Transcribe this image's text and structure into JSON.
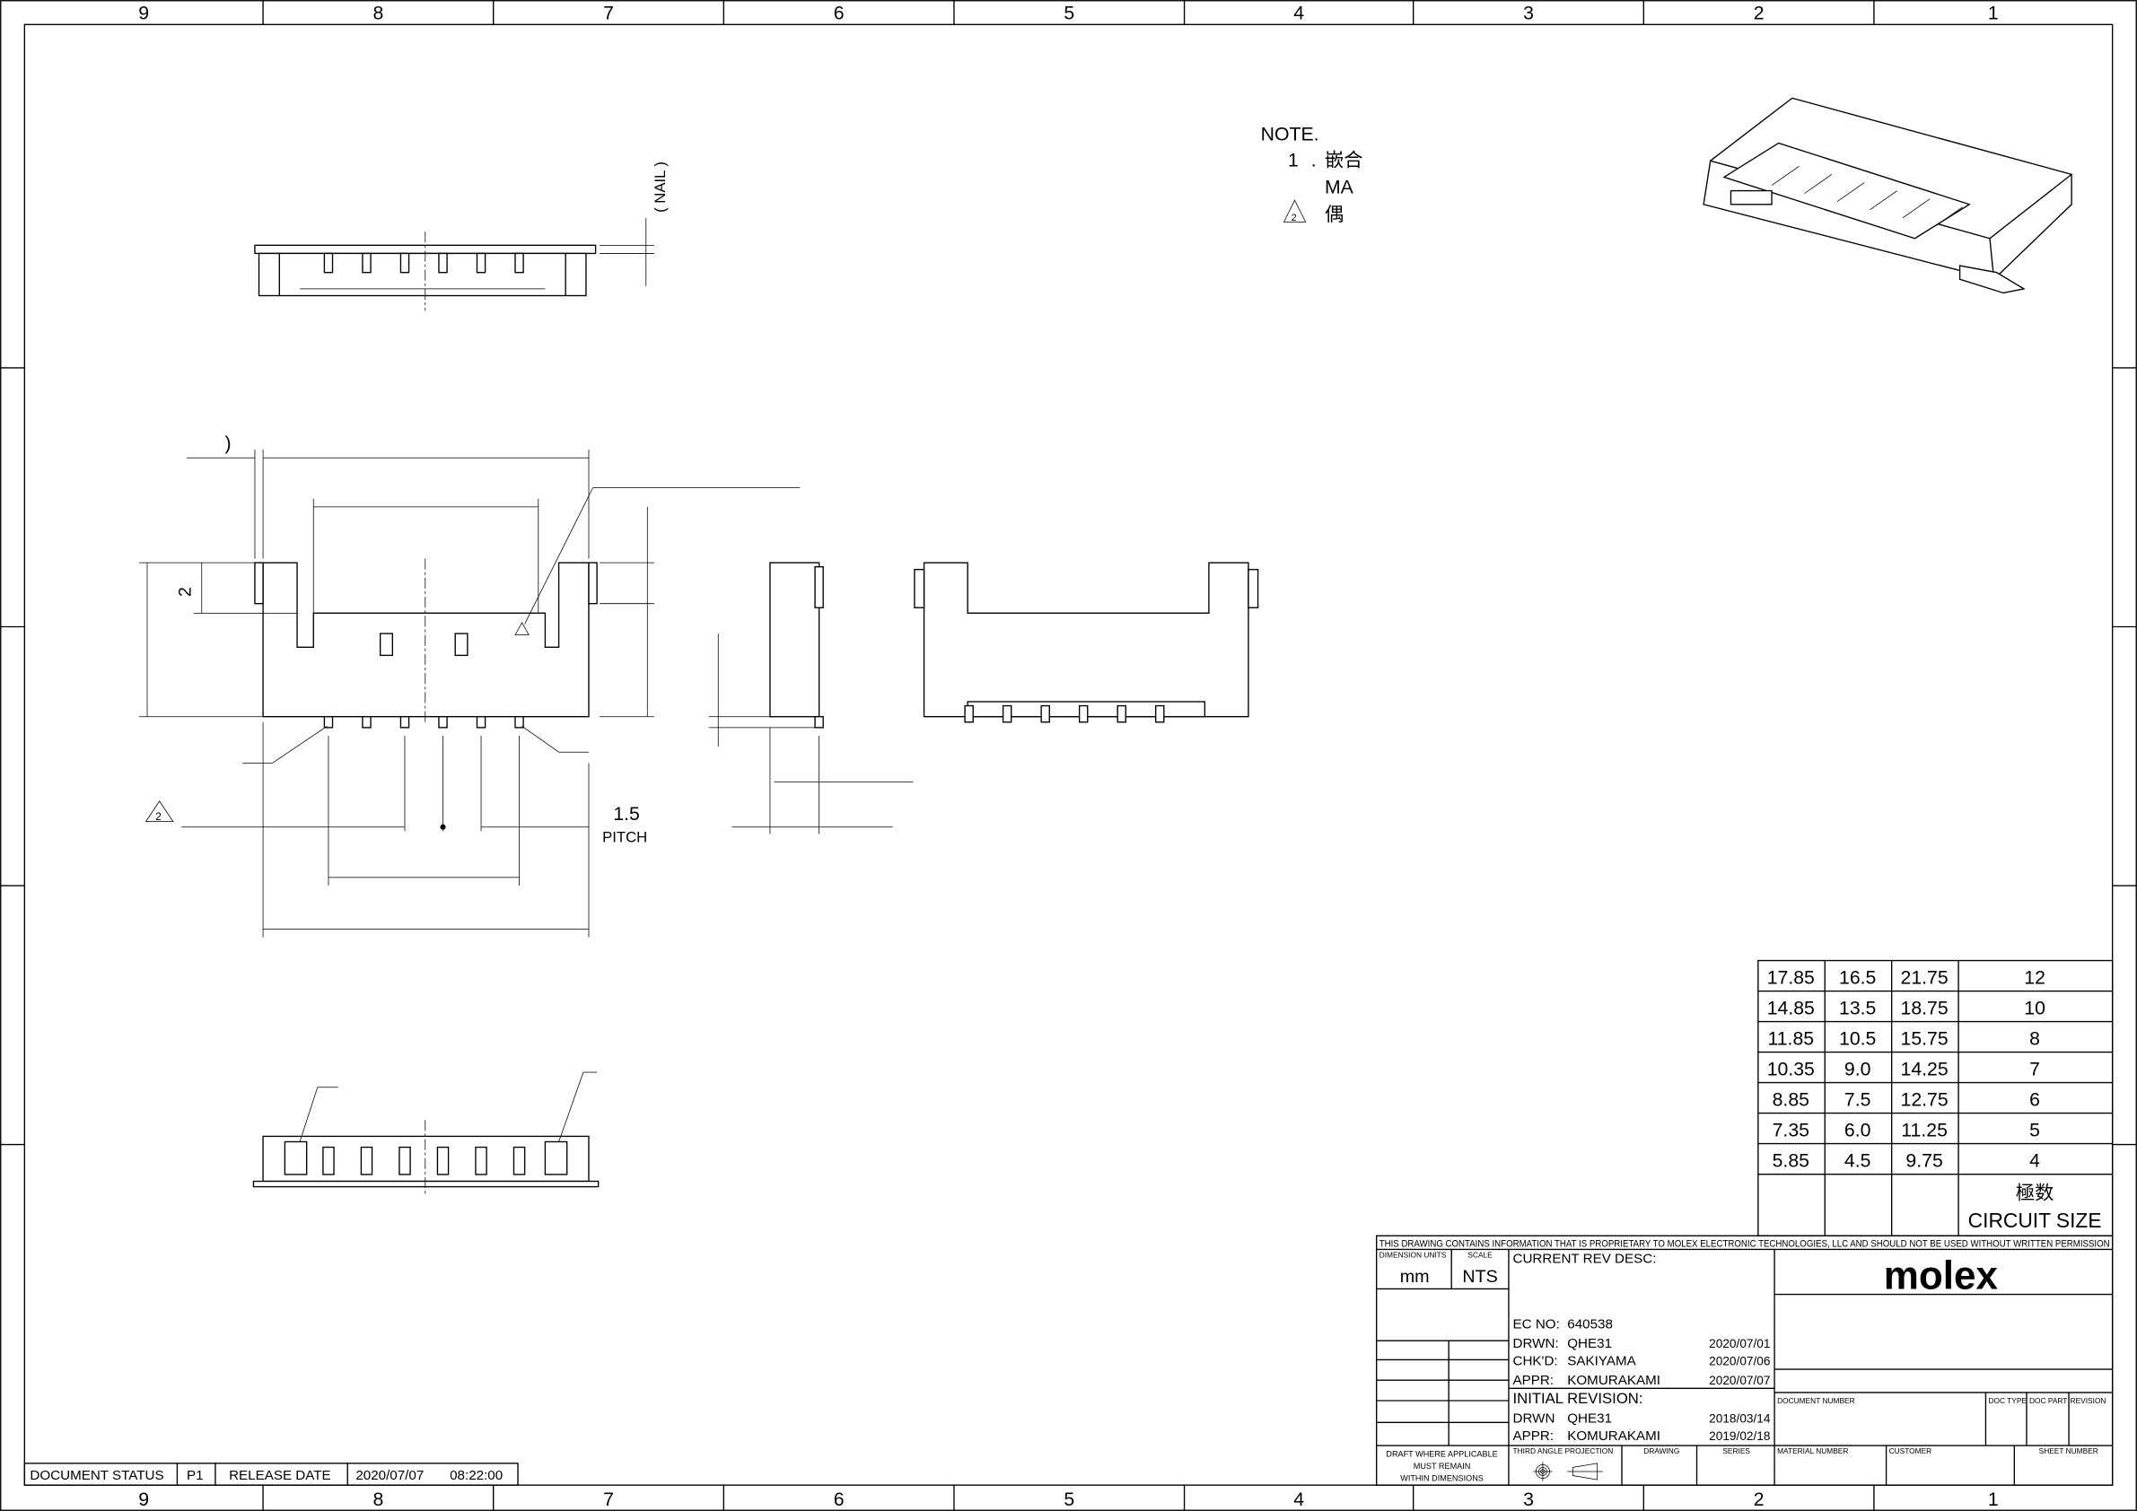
{
  "zones": {
    "columns": [
      "9",
      "8",
      "7",
      "6",
      "5",
      "4",
      "3",
      "2",
      "1"
    ]
  },
  "notes": {
    "title": "NOTE.",
    "item1_num": "1",
    "item1_dot": ".",
    "item1_text": "嵌合",
    "item1_line2": "MA",
    "item2_marker": "2",
    "item2_text": "偶"
  },
  "views": {
    "top_nail_label": "( NAIL )",
    "paren": ")",
    "dim_2": "2",
    "pitch_value": "1.5",
    "pitch_label": "PITCH",
    "marker_2": "2"
  },
  "circuit_table": {
    "rows": [
      [
        "17.85",
        "16.5",
        "21.75",
        "12"
      ],
      [
        "14.85",
        "13.5",
        "18.75",
        "10"
      ],
      [
        "11.85",
        "10.5",
        "15.75",
        "8"
      ],
      [
        "10.35",
        "9.0",
        "14.25",
        "7"
      ],
      [
        "8.85",
        "7.5",
        "12.75",
        "6"
      ],
      [
        "7.35",
        "6.0",
        "11.25",
        "5"
      ],
      [
        "5.85",
        "4.5",
        "9.75",
        "4"
      ]
    ],
    "header_jp": "極数",
    "header_en": "CIRCUIT SIZE"
  },
  "title_block": {
    "proprietary": "THIS DRAWING CONTAINS INFORMATION THAT IS PROPRIETARY TO MOLEX ELECTRONIC TECHNOLOGIES, LLC AND SHOULD NOT BE USED WITHOUT WRITTEN PERMISSION",
    "dimension_units_label": "DIMENSION UNITS",
    "dimension_units": "mm",
    "scale_label": "SCALE",
    "scale": "NTS",
    "current_rev_desc": "CURRENT REV DESC:",
    "ec_no_label": "EC NO:",
    "ec_no": "640538",
    "drwn_label": "DRWN:",
    "drwn": "QHE31",
    "drwn_date": "2020/07/01",
    "chkd_label": "CHK'D:",
    "chkd": "SAKIYAMA",
    "chkd_date": "2020/07/06",
    "appr_label": "APPR:",
    "appr": "KOMURAKAMI",
    "appr_date": "2020/07/07",
    "initial_revision": "INITIAL REVISION:",
    "init_drwn_label": "DRWN",
    "init_drwn": "QHE31",
    "init_drwn_date": "2018/03/14",
    "init_appr_label": "APPR:",
    "init_appr": "KOMURAKAMI",
    "init_appr_date": "2019/02/18",
    "logo": "molex",
    "document_number": "DOCUMENT NUMBER",
    "doc_type": "DOC TYPE",
    "doc_part": "DOC PART",
    "revision": "REVISION",
    "draft_line1": "DRAFT WHERE APPLICABLE",
    "draft_line2": "MUST REMAIN",
    "draft_line3": "WITHIN DIMENSIONS",
    "third_angle": "THIRD ANGLE PROJECTION",
    "drawing": "DRAWING",
    "series": "SERIES",
    "material_number": "MATERIAL NUMBER",
    "customer": "CUSTOMER",
    "sheet_number": "SHEET NUMBER"
  },
  "status_bar": {
    "document_status_label": "DOCUMENT STATUS",
    "document_status": "P1",
    "release_date_label": "RELEASE DATE",
    "release_date": "2020/07/07",
    "release_time": "08:22:00"
  }
}
